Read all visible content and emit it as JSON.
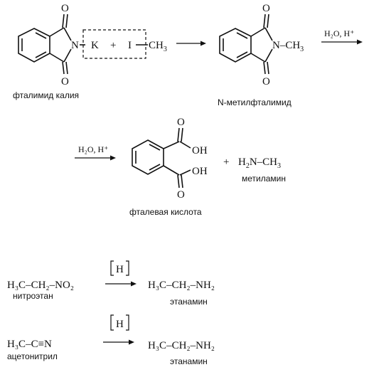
{
  "gabriel_synthesis": {
    "reagent_box": {
      "k": "K",
      "plus": "+",
      "i": "I",
      "ch": "CH",
      "ch_sub": "3"
    },
    "phthalimide": {
      "o_top": "O",
      "n": "N",
      "o_bottom": "O",
      "label": "фталимид калия"
    },
    "methylphthalimide": {
      "o_top": "O",
      "n_ch": "N–CH",
      "ch_sub": "3",
      "o_bottom": "O",
      "label": "N-метилфталимид"
    },
    "hydrolysis_condition": "H₂O, H⁺",
    "phthalic_acid": {
      "o_top": "O",
      "oh_top": "OH",
      "oh_bottom": "OH",
      "o_bottom": "O",
      "label": "фталевая кислота"
    },
    "plus": "+",
    "methylamine": {
      "formula_start": "H",
      "sub2": "2",
      "formula_end": "N–CH",
      "sub3": "3",
      "label": "метиламин"
    }
  },
  "reductions": {
    "reagent": "H",
    "nitroethane": {
      "formula": "H₃C–CH₂–NO₂",
      "label": "нитроэтан"
    },
    "ethanamine_1": {
      "formula": "H₃C–CH₂–NH₂",
      "label": "этанамин"
    },
    "acetonitrile": {
      "formula": "H₃C–C≡N",
      "label": "ацетонитрил"
    },
    "ethanamine_2": {
      "formula": "H₃C–CH₂–NH₂",
      "label": "этанамин"
    }
  }
}
